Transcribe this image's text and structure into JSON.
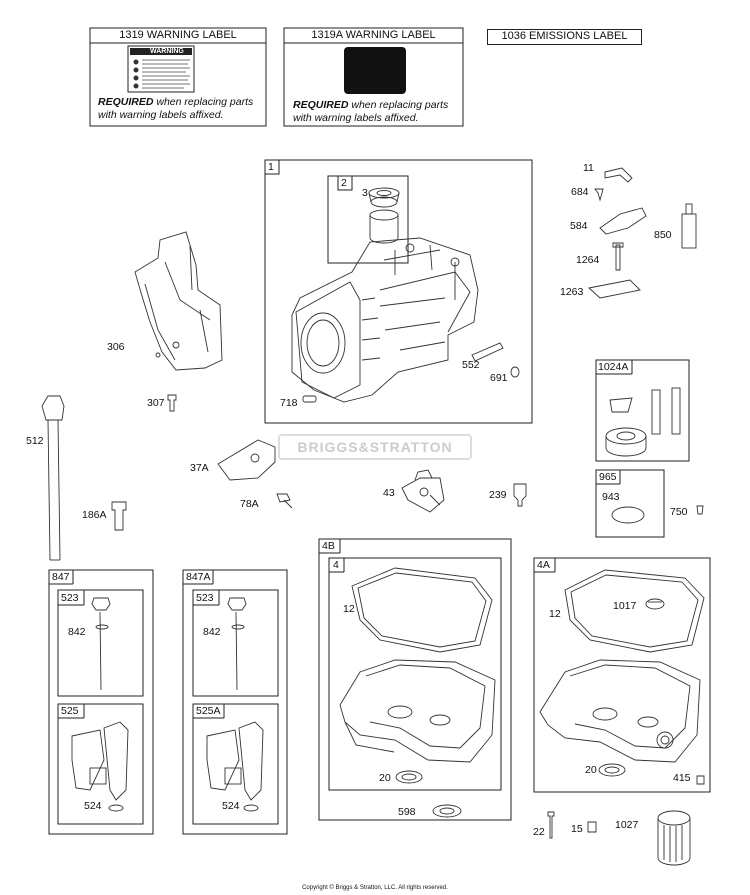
{
  "headers": {
    "h1319": "1319 WARNING LABEL",
    "h1319a": "1319A WARNING LABEL",
    "h1036": "1036 EMISSIONS LABEL"
  },
  "warning_sticker_title": "WARNING",
  "required_word": "REQUIRED",
  "required_line1_rest": " when replacing parts",
  "required_line2": "with warning labels affixed.",
  "watermark": "BRIGGS&STRATTON",
  "copyright": "Copyright © Briggs & Stratton, LLC. All rights reserved.",
  "box_labels": {
    "b1": "1",
    "b2": "2",
    "b1024a": "1024A",
    "b965": "965",
    "b847": "847",
    "b523a": "523",
    "b525": "525",
    "b847a": "847A",
    "b523b": "523",
    "b525a": "525A",
    "b4b": "4B",
    "b4": "4",
    "b4a": "4A"
  },
  "part_labels": {
    "p3": "3",
    "p11": "11",
    "p684": "684",
    "p584": "584",
    "p850": "850",
    "p1264": "1264",
    "p1263": "1263",
    "p306": "306",
    "p307": "307",
    "p552": "552",
    "p691": "691",
    "p718": "718",
    "p512": "512",
    "p37a": "37A",
    "p78a": "78A",
    "p43": "43",
    "p239": "239",
    "p186a": "186A",
    "p943": "943",
    "p750": "750",
    "p842a": "842",
    "p524a": "524",
    "p842b": "842",
    "p524b": "524",
    "p12a": "12",
    "p20a": "20",
    "p598": "598",
    "p12b": "12",
    "p1017": "1017",
    "p20b": "20",
    "p415": "415",
    "p22": "22",
    "p15": "15",
    "p1027": "1027"
  }
}
